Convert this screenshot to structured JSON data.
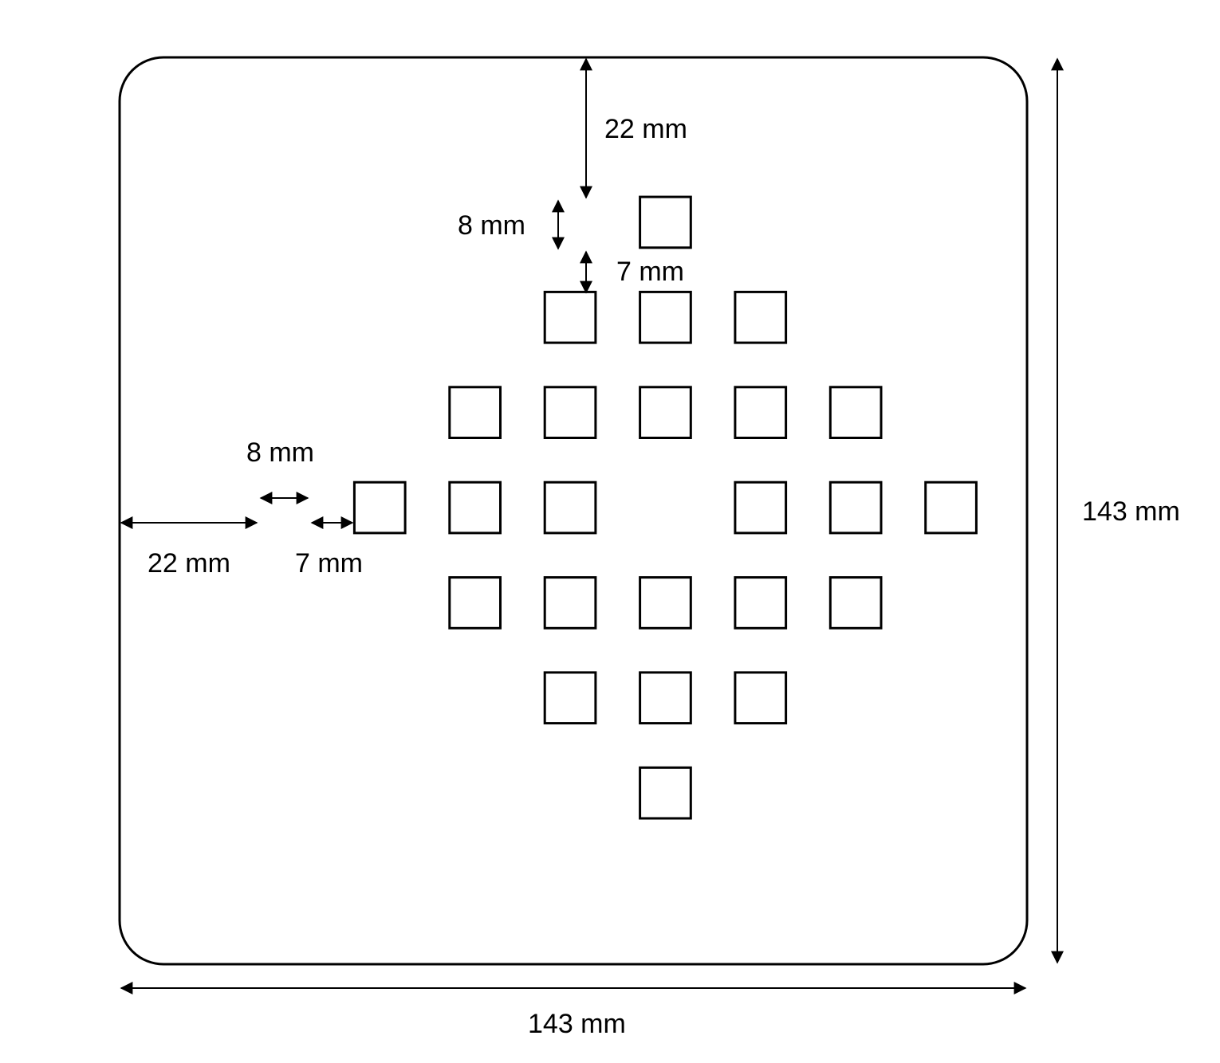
{
  "dimensions": {
    "top_margin": "22 mm",
    "left_margin": "22 mm",
    "square_height": "8 mm",
    "square_width": "8 mm",
    "vertical_gap": "7 mm",
    "horizontal_gap": "7 mm",
    "plate_height": "143 mm",
    "plate_width": "143 mm"
  },
  "plate": {
    "width_mm": 143,
    "height_mm": 143,
    "square_size_mm": 8,
    "square_gap_mm": 7,
    "margin_mm": 22,
    "rows": [
      [
        0,
        0,
        0,
        0,
        1,
        0,
        0,
        0,
        0
      ],
      [
        0,
        0,
        0,
        1,
        1,
        1,
        0,
        0,
        0
      ],
      [
        0,
        0,
        1,
        1,
        1,
        1,
        1,
        0,
        0
      ],
      [
        0,
        1,
        1,
        1,
        0,
        1,
        1,
        1,
        0
      ],
      [
        0,
        0,
        1,
        1,
        1,
        1,
        1,
        0,
        0
      ],
      [
        0,
        0,
        0,
        1,
        1,
        1,
        0,
        0,
        0
      ],
      [
        0,
        0,
        0,
        0,
        1,
        0,
        0,
        0,
        0
      ]
    ]
  },
  "colors": {
    "line": "#000000",
    "background": "#ffffff"
  }
}
